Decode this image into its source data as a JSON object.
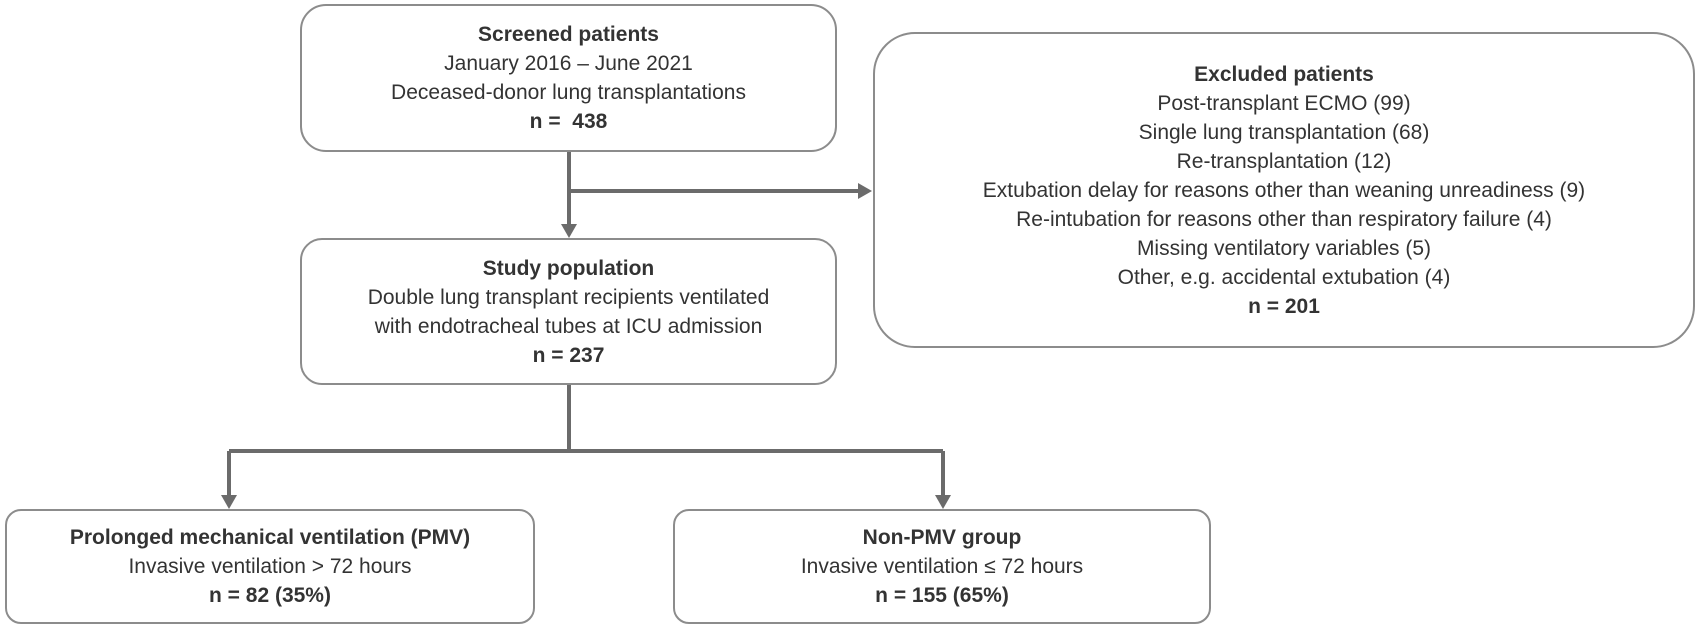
{
  "screened": {
    "title": "Screened patients",
    "lines": [
      "January 2016 – June 2021",
      "Deceased-donor lung transplantations"
    ],
    "count": "n =  438"
  },
  "excluded": {
    "title": "Excluded patients",
    "lines": [
      "Post-transplant ECMO (99)",
      "Single lung transplantation (68)",
      "Re-transplantation (12)",
      "Extubation delay for reasons other than weaning unreadiness (9)",
      "Re-intubation for reasons other than respiratory failure (4)",
      "Missing ventilatory variables (5)",
      "Other, e.g. accidental extubation (4)"
    ],
    "count": "n = 201"
  },
  "study": {
    "title": "Study population",
    "lines": [
      "Double lung transplant recipients ventilated",
      "with endotracheal tubes at ICU admission"
    ],
    "count": "n = 237"
  },
  "pmv": {
    "title": "Prolonged mechanical ventilation (PMV)",
    "lines": [
      "Invasive ventilation > 72 hours"
    ],
    "count": "n = 82 (35%)"
  },
  "nonpmv": {
    "title": "Non-PMV group",
    "lines": [
      "Invasive ventilation ≤ 72 hours"
    ],
    "count": "n = 155 (65%)"
  },
  "colors": {
    "connector": "#6b6b6b",
    "box_border": "#8c8c8c",
    "text": "#333333"
  }
}
